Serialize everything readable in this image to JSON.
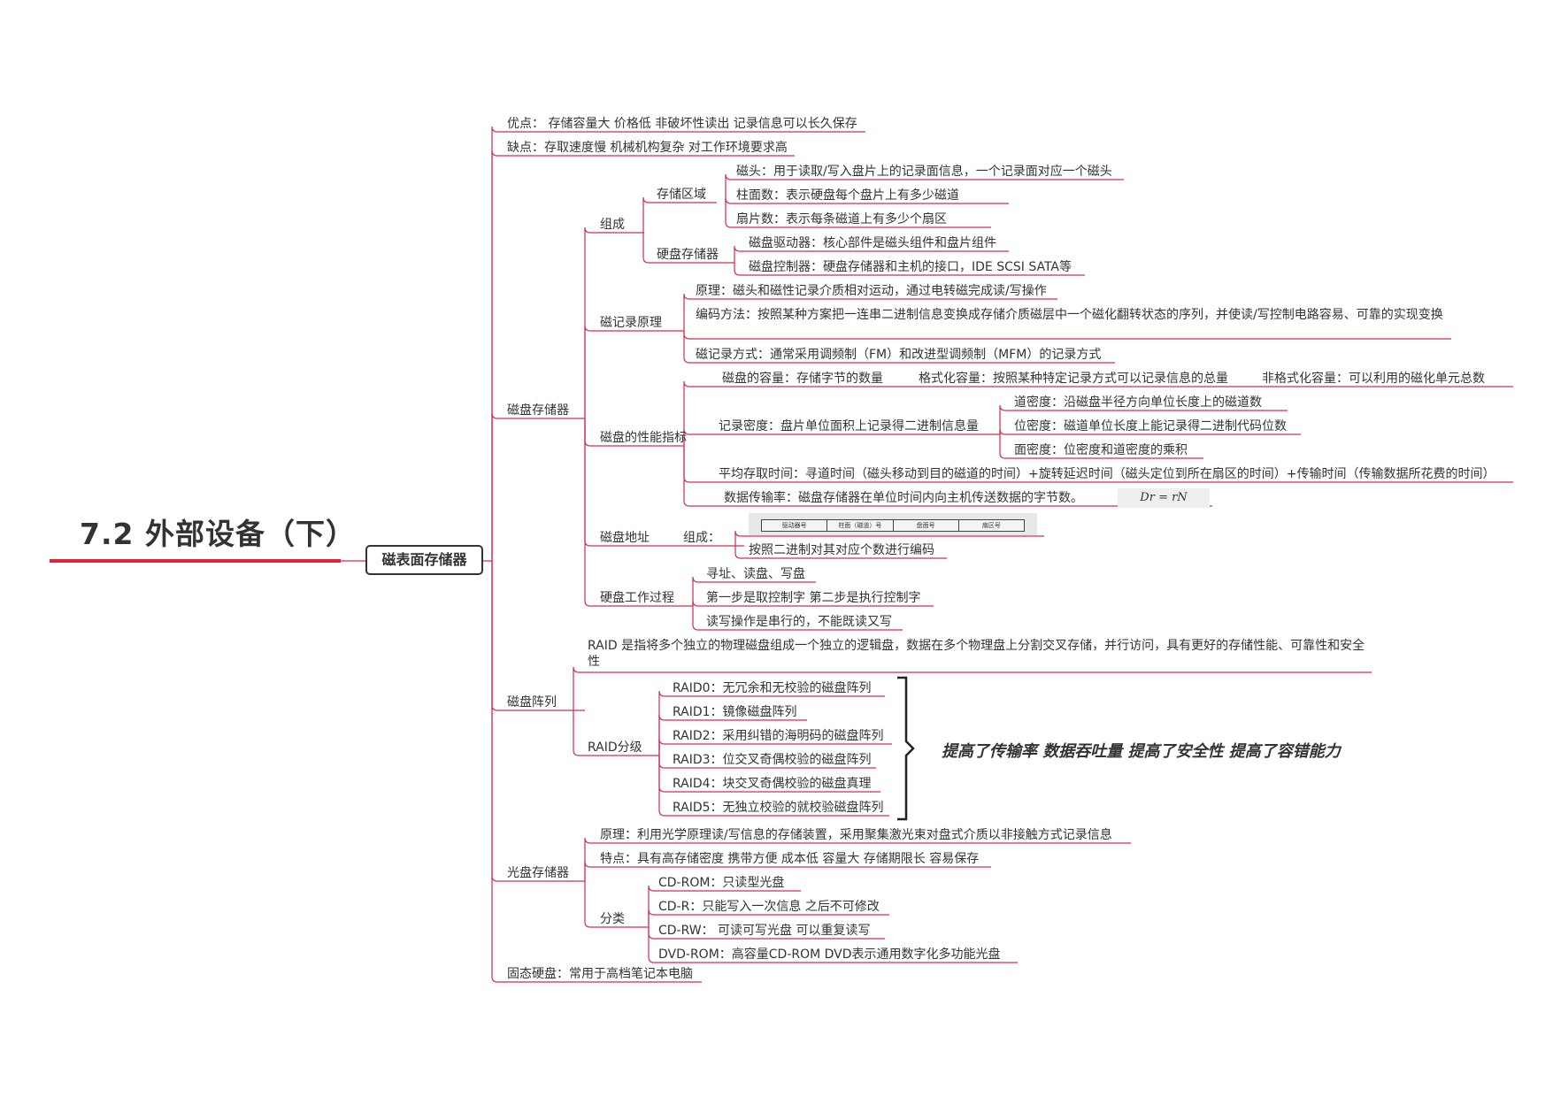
{
  "title": "7.2 外部设备（下）",
  "central": "磁表面存储器",
  "branches": {
    "advantages": "优点： 存储容量大 价格低 非破坏性读出 记录信息可以长久保存",
    "disadvantages": "缺点：存取速度慢 机械机构复杂 对工作环境要求高",
    "disk": {
      "label": "磁盘存储器",
      "composition": {
        "label": "组成",
        "storage_area": {
          "label": "存储区域",
          "items": [
            "磁头：用于读取/写入盘片上的记录面信息，一个记录面对应一个磁头",
            "柱面数：表示硬盘每个盘片上有多少磁道",
            "扇片数：表示每条磁道上有多少个扇区"
          ]
        },
        "hdd": {
          "label": "硬盘存储器",
          "items": [
            "磁盘驱动器：核心部件是磁头组件和盘片组件",
            "磁盘控制器：硬盘存储器和主机的接口，IDE  SCSI SATA等"
          ]
        }
      },
      "principle": {
        "label": "磁记录原理",
        "items": [
          "原理：磁头和磁性记录介质相对运动，通过电转磁完成读/写操作",
          "编码方法：按照某种方案把一连串二进制信息变换成存储介质磁层中一个磁化翻转状态的序列，并使读/写控制电路容易、可靠的实现变换",
          "磁记录方式：通常采用调频制（FM）和改进型调频制（MFM）的记录方式"
        ]
      },
      "performance": {
        "label": "磁盘的性能指标",
        "capacity": "磁盘的容量：存储字节的数量",
        "formatted": "格式化容量：按照某种特定记录方式可以记录信息的总量",
        "unformatted": "非格式化容量：可以利用的磁化单元总数",
        "density": {
          "label": "记录密度：盘片单位面积上记录得二进制信息量",
          "items": [
            "道密度：沿磁盘半径方向单位长度上的磁道数",
            "位密度：磁道单位长度上能记录得二进制代码位数",
            "面密度：位密度和道密度的乘积"
          ]
        },
        "access_time": "平均存取时间：寻道时间（磁头移动到目的磁道的时间）+旋转延迟时间（磁头定位到所在扇区的时间）+传输时间（传输数据所花费的时间）",
        "transfer_rate": "数据传输率：磁盘存储器在单位时间内向主机传送数据的字节数。",
        "formula": "Dr = rN"
      },
      "address": {
        "label": "磁盘地址",
        "composition_label": "组成：",
        "fields": [
          "驱动器号",
          "柱面（磁道）号",
          "盘面号",
          "扇区号"
        ],
        "encoding": "按照二进制对其对应个数进行编码"
      },
      "process": {
        "label": "硬盘工作过程",
        "items": [
          "寻址、读盘、写盘",
          "第一步是取控制字 第二步是执行控制字",
          "读写操作是串行的，不能既读又写"
        ]
      }
    },
    "raid": {
      "label": "磁盘阵列",
      "definition": "RAID 是指将多个独立的物理磁盘组成一个独立的逻辑盘，数据在多个物理盘上分割交叉存储，并行访问，具有更好的存储性能、可靠性和安全性",
      "levels_label": "RAID分级",
      "levels": [
        "RAID0：无冗余和无校验的磁盘阵列",
        "RAID1：镜像磁盘阵列",
        "RAID2：采用纠错的海明码的磁盘阵列",
        "RAID3：位交叉奇偶校验的磁盘阵列",
        "RAID4：块交叉奇偶校验的磁盘真理",
        "RAID5：无独立校验的就校验磁盘阵列"
      ],
      "summary": "提高了传输率 数据吞吐量 提高了安全性 提高了容错能力"
    },
    "optical": {
      "label": "光盘存储器",
      "principle": "原理：利用光学原理读/写信息的存储装置，采用聚集激光束对盘式介质以非接触方式记录信息",
      "features": "特点：具有高存储密度 携带方便 成本低 容量大 存储期限长 容易保存",
      "types_label": "分类",
      "types": [
        "CD-ROM：只读型光盘",
        "CD-R：只能写入一次信息 之后不可修改",
        "CD-RW： 可读可写光盘 可以重复读写",
        "DVD-ROM：高容量CD-ROM  DVD表示通用数字化多功能光盘"
      ]
    },
    "ssd": "固态硬盘：常用于高档笔记本电脑"
  },
  "colors": {
    "line": "#c9304a",
    "title_underline": "#e0243a",
    "text": "#333333"
  }
}
